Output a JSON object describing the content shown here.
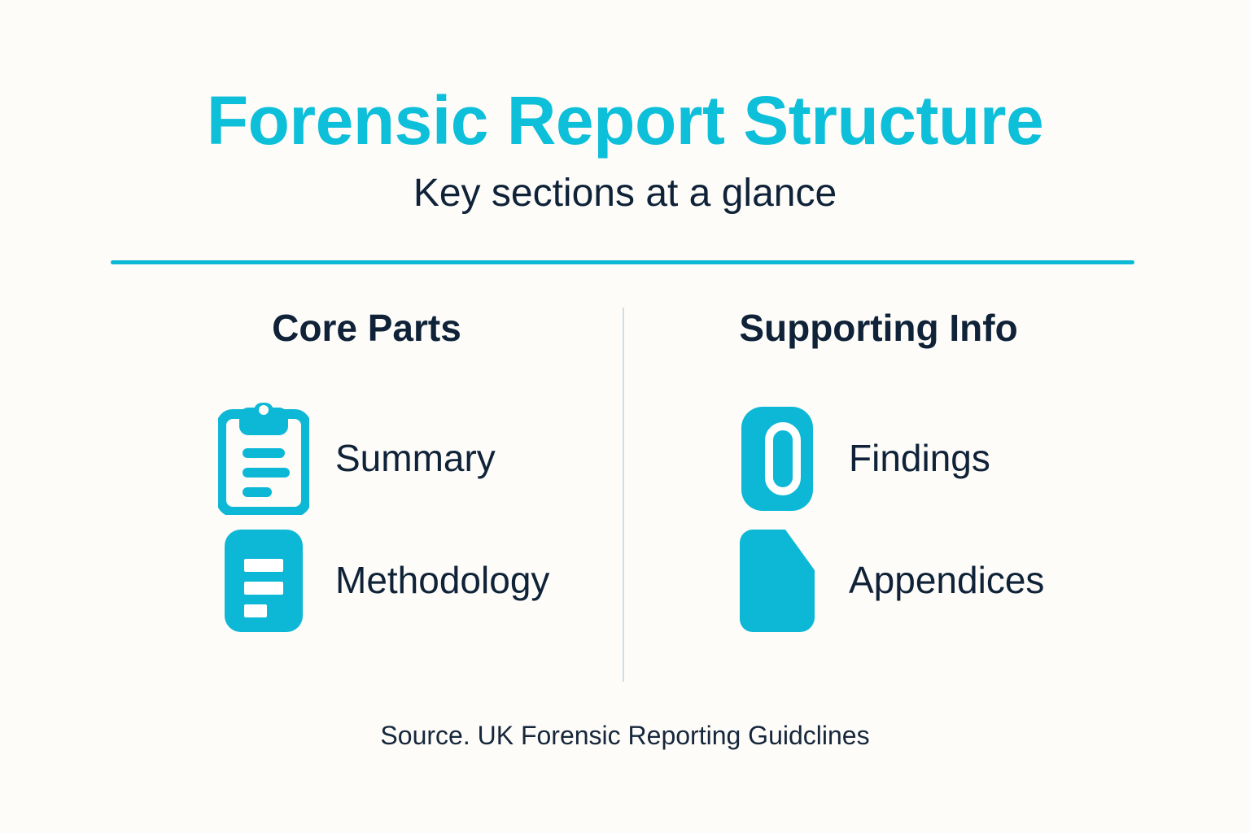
{
  "header": {
    "title": "Forensic Report Structure",
    "subtitle": "Key sections at a glance"
  },
  "colors": {
    "background": "#fdfcf9",
    "accent_cyan": "#0ebfd9",
    "icon_cyan": "#0cb8d6",
    "text_navy": "#0f2238",
    "divider_gray": "#cfdde5"
  },
  "columns": [
    {
      "heading": "Core Parts",
      "items": [
        {
          "label": "Summary",
          "icon": "clipboard-icon"
        },
        {
          "label": "Methodology",
          "icon": "document-lines-icon"
        }
      ]
    },
    {
      "heading": "Supporting Info",
      "items": [
        {
          "label": "Findings",
          "icon": "magnifier-oval-icon"
        },
        {
          "label": "Appendices",
          "icon": "folded-corner-document-icon"
        }
      ]
    }
  ],
  "footer": {
    "source": "Source. UK Forensic Reporting Guidclines"
  }
}
